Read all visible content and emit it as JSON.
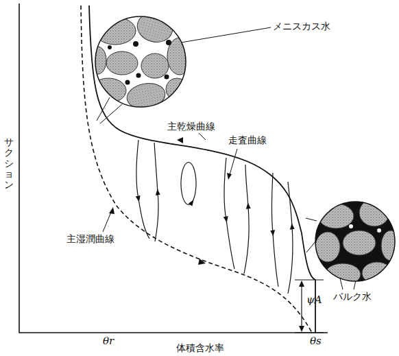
{
  "diagram": {
    "labels": [
      "メニスカス水",
      "主乾燥曲線",
      "走査曲線",
      "サクション",
      "主湿潤曲線",
      "バルク水",
      "ψA",
      "θr",
      "θs",
      "体積含水率"
    ]
  }
}
